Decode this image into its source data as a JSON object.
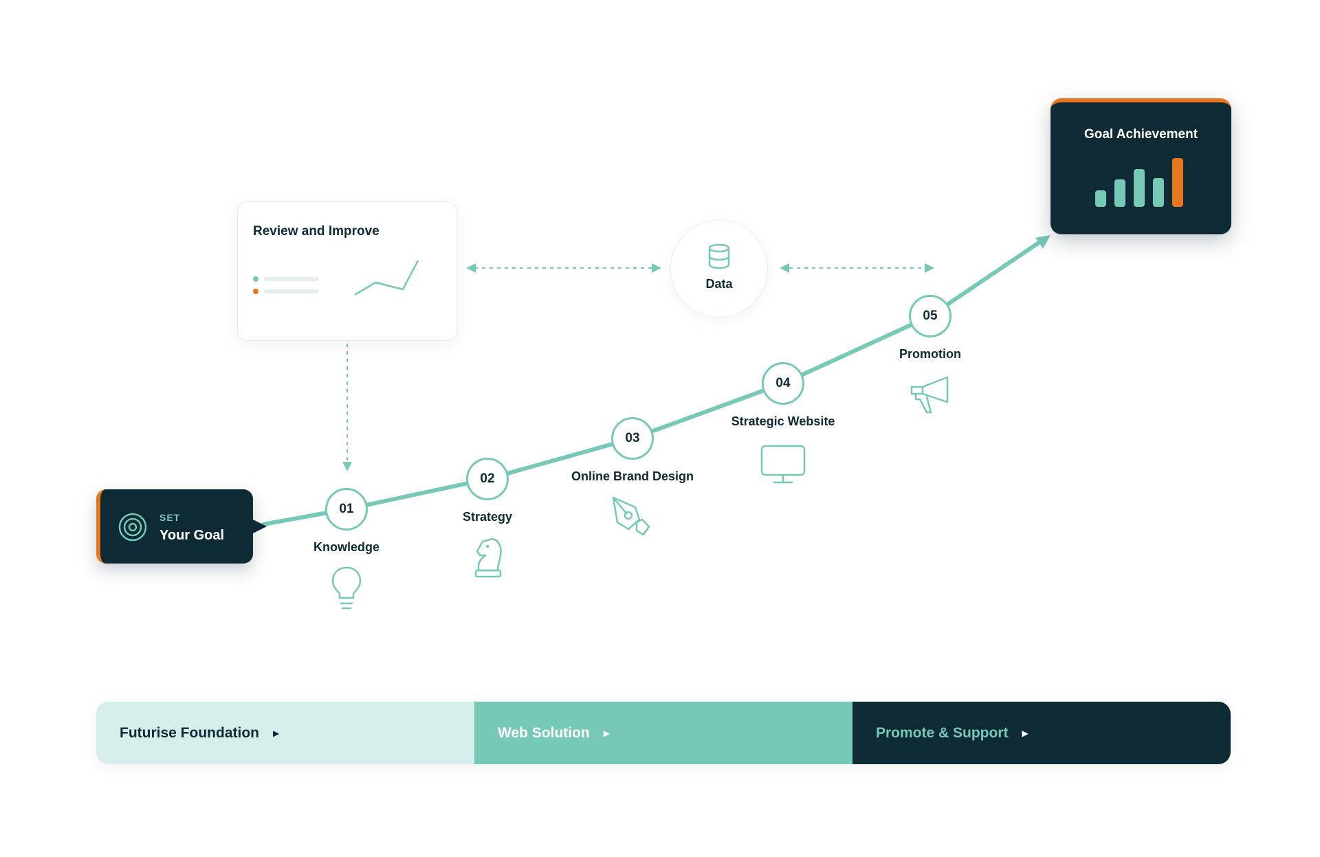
{
  "colors": {
    "teal": "#76c8b7",
    "navy": "#0e2a35",
    "orange": "#e8761f",
    "mint": "#d5eeea"
  },
  "goal": {
    "small": "SET",
    "big": "Your Goal",
    "icon": "target-icon"
  },
  "review": {
    "title": "Review and Improve",
    "icon": "trend-chart-icon"
  },
  "data_node": {
    "label": "Data",
    "icon": "database-icon"
  },
  "achievement": {
    "title": "Goal Achievement",
    "icon": "bar-chart-icon"
  },
  "steps": [
    {
      "number": "01",
      "label": "Knowledge",
      "icon": "lightbulb-icon"
    },
    {
      "number": "02",
      "label": "Strategy",
      "icon": "chess-knight-icon"
    },
    {
      "number": "03",
      "label": "Online Brand Design",
      "icon": "pen-nib-icon"
    },
    {
      "number": "04",
      "label": "Strategic Website",
      "icon": "monitor-icon"
    },
    {
      "number": "05",
      "label": "Promotion",
      "icon": "megaphone-icon"
    }
  ],
  "phases": [
    {
      "label": "Futurise Foundation"
    },
    {
      "label": "Web Solution"
    },
    {
      "label": "Promote & Support"
    }
  ]
}
